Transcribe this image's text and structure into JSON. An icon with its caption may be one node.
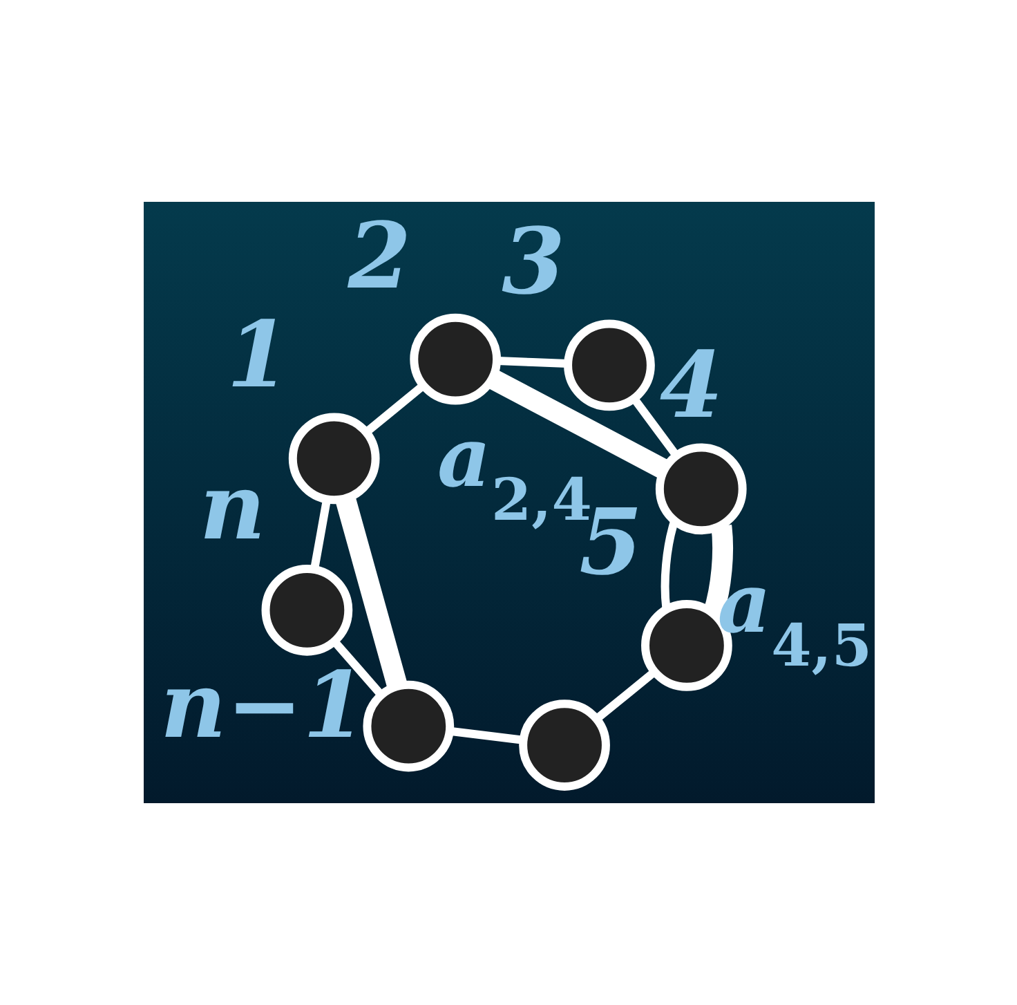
{
  "diagram": {
    "nodes": [
      {
        "text": [],
        "shape": "circle",
        "beside": [
          "n"
        ]
      },
      {
        "text": [],
        "shape": "circle",
        "beside": [
          "1"
        ]
      },
      {
        "text": [],
        "shape": "circle",
        "beside": [
          "n−1"
        ]
      },
      {
        "text": [],
        "shape": "circle",
        "beside": [
          "2"
        ]
      },
      {
        "text": [],
        "shape": "circle"
      },
      {
        "text": [],
        "shape": "circle",
        "beside": [
          "3"
        ]
      },
      {
        "text": [],
        "shape": "circle",
        "beside": [
          "5"
        ]
      },
      {
        "text": [],
        "shape": "circle",
        "beside": [
          "4"
        ]
      }
    ],
    "edges": [
      {
        "from": 0,
        "to": 2,
        "arrow": "none"
      },
      {
        "from": 2,
        "to": 4,
        "arrow": "none"
      },
      {
        "from": 4,
        "to": 6,
        "arrow": "none"
      },
      {
        "from": 6,
        "to": 7,
        "arrow": "none"
      },
      {
        "from": 7,
        "to": 5,
        "arrow": "none"
      },
      {
        "from": 5,
        "to": 3,
        "arrow": "none"
      },
      {
        "from": 3,
        "to": 1,
        "arrow": "none"
      },
      {
        "from": 1,
        "to": 0,
        "arrow": "none"
      },
      {
        "from": 1,
        "to": 2,
        "arrow": "none",
        "style": "thick"
      },
      {
        "from": 3,
        "to": 7,
        "arrow": "none",
        "style": "thick",
        "label": "a$_{2,4}$"
      },
      {
        "from": 7,
        "to": 6,
        "arrow": "none",
        "style": "thick",
        "label": "a$_{4,5}$"
      }
    ]
  }
}
